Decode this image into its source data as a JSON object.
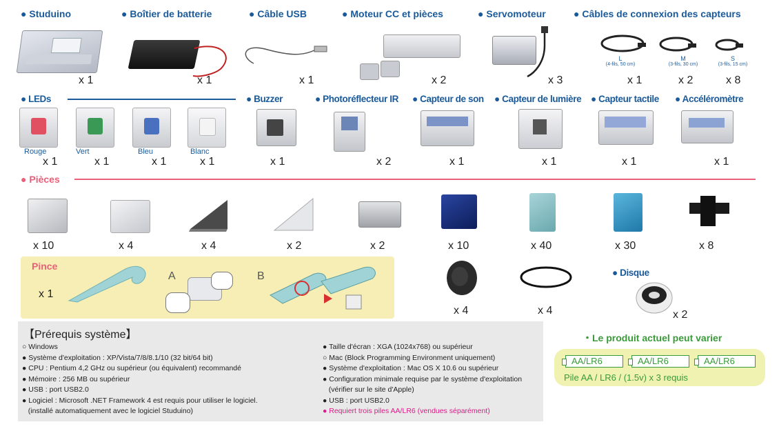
{
  "row1": {
    "studuino": {
      "title": "Studuino",
      "qty": "x 1"
    },
    "battery": {
      "title": "Boîtier de batterie",
      "qty": "x 1"
    },
    "usb": {
      "title": "Câble USB",
      "qty": "x 1"
    },
    "motor": {
      "title": "Moteur CC et pièces",
      "qty": "x 2"
    },
    "servo": {
      "title": "Servomoteur",
      "qty": "x 3"
    },
    "cables": {
      "title": "Câbles de connexion des capteurs",
      "items": [
        {
          "size": "L",
          "spec": "(4-fils, 50 cm)",
          "qty": "x 1"
        },
        {
          "size": "M",
          "spec": "(3-fils, 30 cm)",
          "qty": "x 2"
        },
        {
          "size": "S",
          "spec": "(3-fils, 15 cm)",
          "qty": "x 8"
        }
      ]
    }
  },
  "row2": {
    "leds": {
      "title": "LEDs",
      "items": [
        {
          "label": "Rouge",
          "qty": "x 1"
        },
        {
          "label": "Vert",
          "qty": "x 1"
        },
        {
          "label": "Bleu",
          "qty": "x 1"
        },
        {
          "label": "Blanc",
          "qty": "x 1"
        }
      ]
    },
    "buzzer": {
      "title": "Buzzer",
      "qty": "x  1"
    },
    "photo": {
      "title": "Photoréflecteur IR",
      "qty": "x 2"
    },
    "sound": {
      "title": "Capteur de son",
      "qty": "x 1"
    },
    "light": {
      "title": "Capteur de lumière",
      "qty": "x 1"
    },
    "touch": {
      "title": "Capteur tactile",
      "qty": "x  1"
    },
    "accel": {
      "title": "Accéléromètre",
      "qty": "x 1"
    }
  },
  "pieces": {
    "title": "Pièces",
    "qtys": [
      "x 10",
      "x 4",
      "x 4",
      "x 2",
      "x 2",
      "x 10",
      "x 40",
      "x 30",
      "x 8"
    ]
  },
  "pince": {
    "title": "Pince",
    "qty": "x 1",
    "label_a": "A",
    "label_b": "B"
  },
  "wheel": {
    "qty": "x 4"
  },
  "ring": {
    "qty": "x 4"
  },
  "disque": {
    "title": "Disque",
    "qty": "x 2"
  },
  "requirements": {
    "title": "【Prérequis système】",
    "left": [
      "○ Windows",
      "● Système d'exploitation : XP/Vista/7/8/8.1/10 (32 bit/64 bit)",
      "● CPU : Pentium 4,2 GHz ou supérieur (ou équivalent) recommandé",
      "● Mémoire : 256 MB ou supérieur",
      "● USB : port USB2.0",
      "● Logiciel : Microsoft .NET Framework 4 est requis pour utiliser le logiciel.",
      "   (installé automatiquement avec le logiciel Studuino)"
    ],
    "right": [
      "● Taille d'écran : XGA (1024x768) ou supérieur",
      "○ Mac (Block Programming Environment uniquement)",
      "● Système d'exploitation : Mac OS X 10.6 ou supérieur",
      "● Configuration minimale requise par le système d'exploitation",
      "   (vérifier sur le site d'Apple)",
      "● USB : port USB2.0"
    ],
    "note": "● Requiert trois piles AA/LR6 (vendues séparément)"
  },
  "product_note": "・Le produit actuel peut varier",
  "batteries": {
    "cells": [
      "AA/LR6",
      "AA/LR6",
      "AA/LR6"
    ],
    "caption": "Pile AA / LR6 / (1.5v) x 3 requis"
  },
  "colors": {
    "heading": "#1a5a9a",
    "pink": "#e8607a",
    "magenta": "#e0198a",
    "green": "#3a9a3a",
    "pince_bg": "#f6eeb4",
    "req_bg": "#e9e9e9",
    "battery_bg": "#f0f2b2"
  }
}
